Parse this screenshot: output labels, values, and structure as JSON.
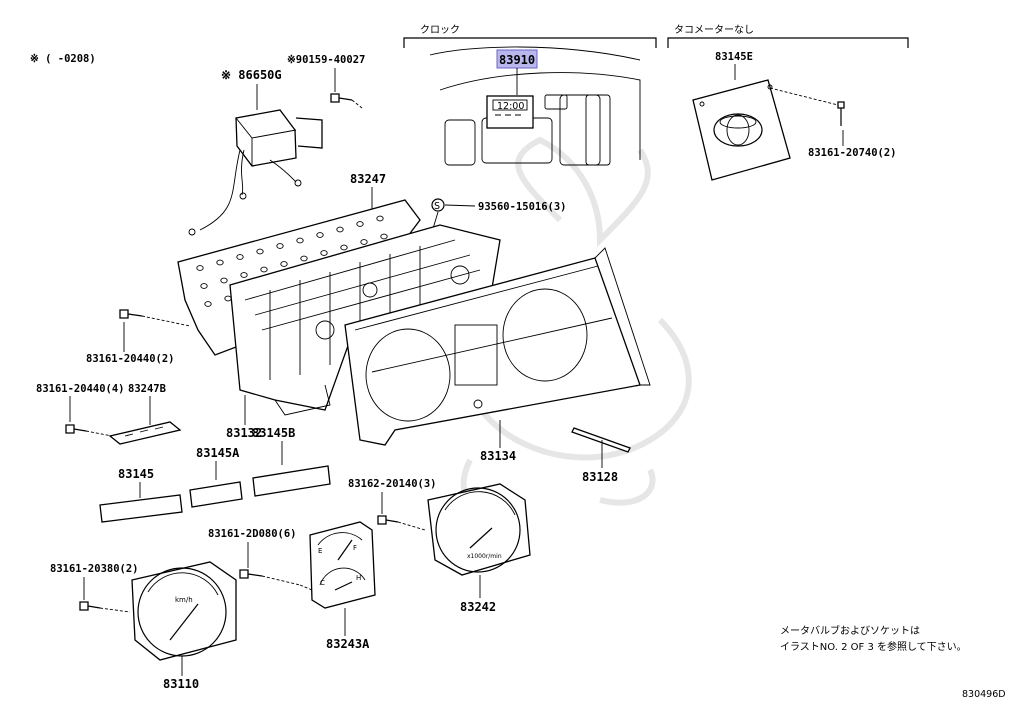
{
  "diagram": {
    "header_note": "※ (     -0208)",
    "sections": {
      "clock": "クロック",
      "no_tacho": "タコメーターなし"
    },
    "parts": {
      "p83910": "83910",
      "p83145E": "83145E",
      "p83161_20740": "83161-20740(2)",
      "p90159": "※90159-40027",
      "p86650G": "※ 86650G",
      "p83247": "83247",
      "p93560": "93560-15016(3)",
      "p93560_circle": "S",
      "p83161_20440_2": "83161-20440(2)",
      "p83161_20440_4": "83161-20440(4)",
      "p83247B": "83247B",
      "p83132": "83132",
      "p83145B": "83145B",
      "p83145A": "83145A",
      "p83145": "83145",
      "p83134": "83134",
      "p83128": "83128",
      "p83162_20140": "83162-20140(3)",
      "p83161_2D080": "83161-2D080(6)",
      "p83161_20380": "83161-20380(2)",
      "p83242": "83242",
      "p83243A": "83243A",
      "p83110": "83110"
    },
    "gauge_text": {
      "speed_unit": "km/h",
      "tach_unit": "x1000r/min",
      "fuel_e": "E",
      "fuel_f": "F",
      "temp_c": "C",
      "temp_h": "H",
      "clock_display": "12:00"
    },
    "note_line1": "メータバルブおよびソケットは",
    "note_line2": "イラストNO. 2 OF 3 を参照して下さい。",
    "code": "830496D"
  }
}
